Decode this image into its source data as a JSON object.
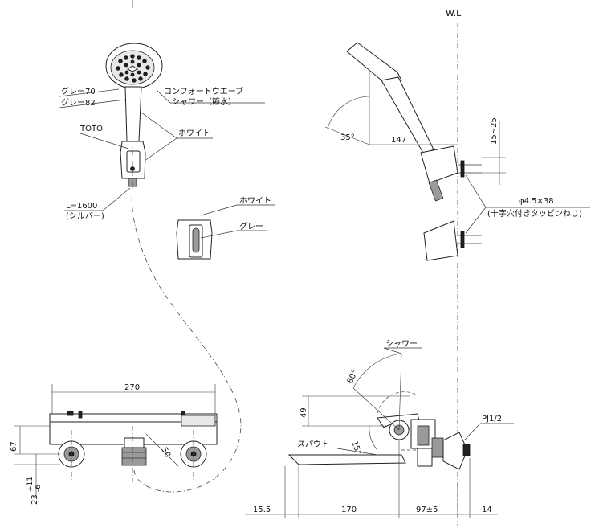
{
  "labels": {
    "wl": "W.L",
    "grey70": "グレー70",
    "grey82": "グレー82",
    "shower_name_1": "コンフォートウエーブ",
    "shower_name_2": "シャワー（節水）",
    "toto": "TOTO",
    "white_1": "ホワイト",
    "hose_length": "L=1600",
    "hose_color": "(シルバー)",
    "white_2": "ホワイト",
    "grey": "グレー",
    "screw_size": "φ4.5×38",
    "screw_type": "(十字穴付きタッピンねじ)",
    "shower": "シャワー",
    "spout": "スパウト",
    "pj": "PJ1/2"
  },
  "dimensions": {
    "angle_35": "35°",
    "d147": "147",
    "d15_25": "15~25",
    "d270": "270",
    "d67": "67",
    "d23": "23",
    "tol_plus": "+11",
    "tol_minus": "-6",
    "d50": "50",
    "angle_80": "80°",
    "d49": "49",
    "angle_15": "15°",
    "d15_5": "15.5",
    "d170": "170",
    "d97": "97±5",
    "d14": "14"
  }
}
